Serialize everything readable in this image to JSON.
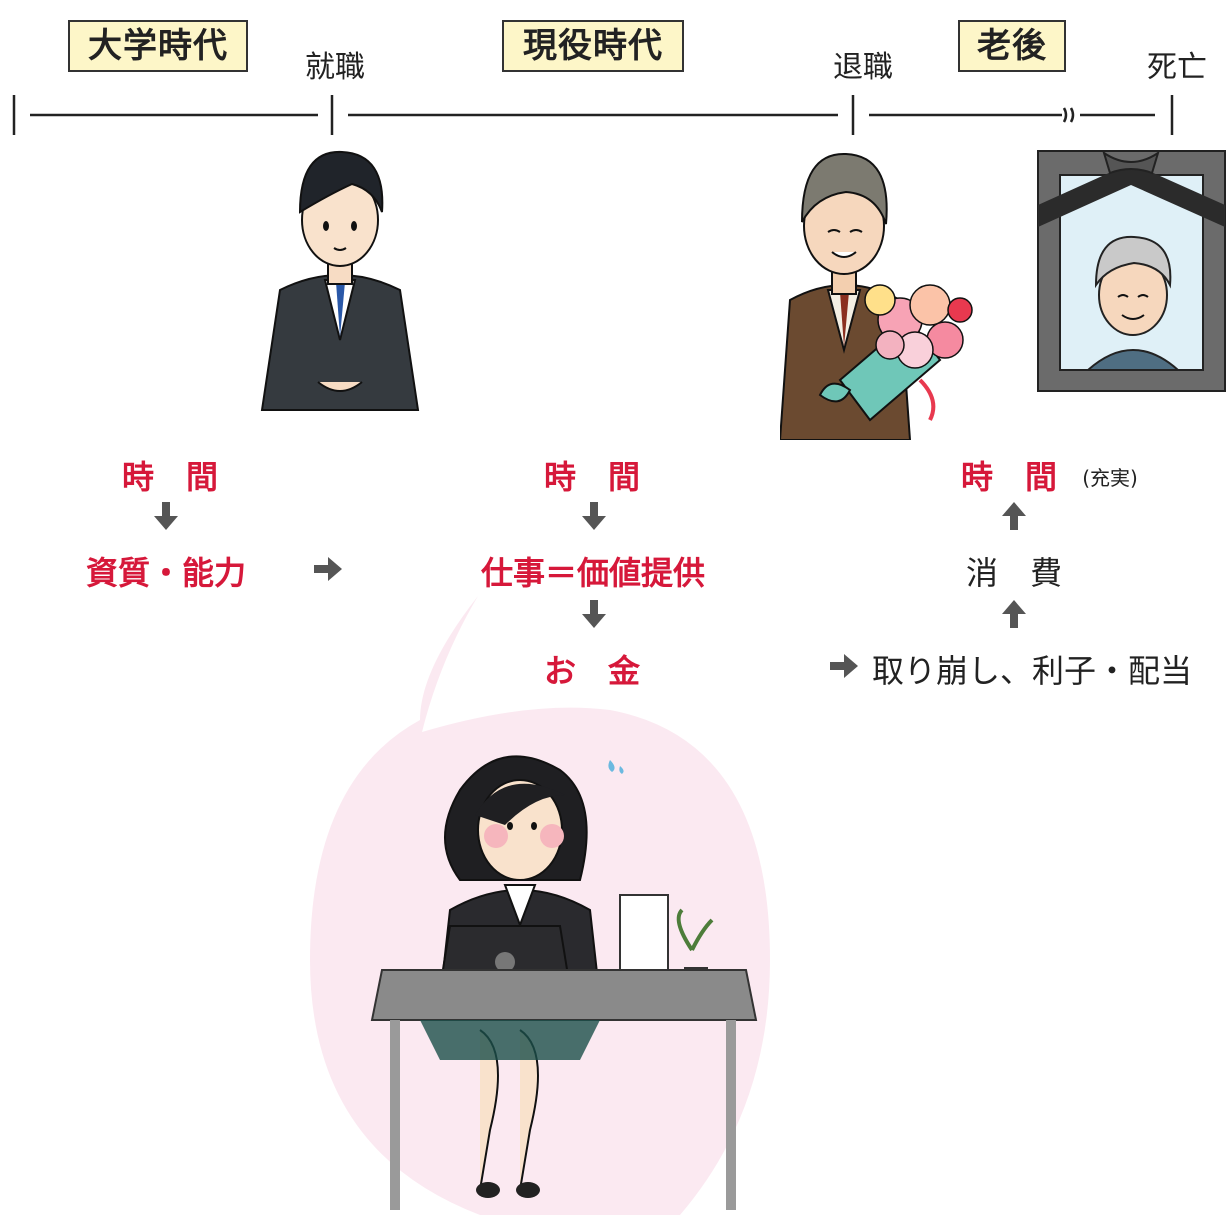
{
  "timeline": {
    "phases": [
      "大学時代",
      "現役時代",
      "老後"
    ],
    "events": [
      "就職",
      "退職",
      "死亡"
    ]
  },
  "left_column": {
    "time": "時　間",
    "ability": "資質・能力"
  },
  "middle_column": {
    "time": "時　間",
    "work": "仕事＝価値提供",
    "money": "お　金"
  },
  "right_column": {
    "time": "時　間",
    "time_note": "(充実)",
    "consume": "消　費",
    "source": "取り崩し、利子・配当"
  },
  "colors": {
    "accent_red": "#d6183a",
    "phase_box": "#fdf6c8",
    "arrow_gray": "#555555",
    "bubble_pink": "#fbe9f1"
  }
}
